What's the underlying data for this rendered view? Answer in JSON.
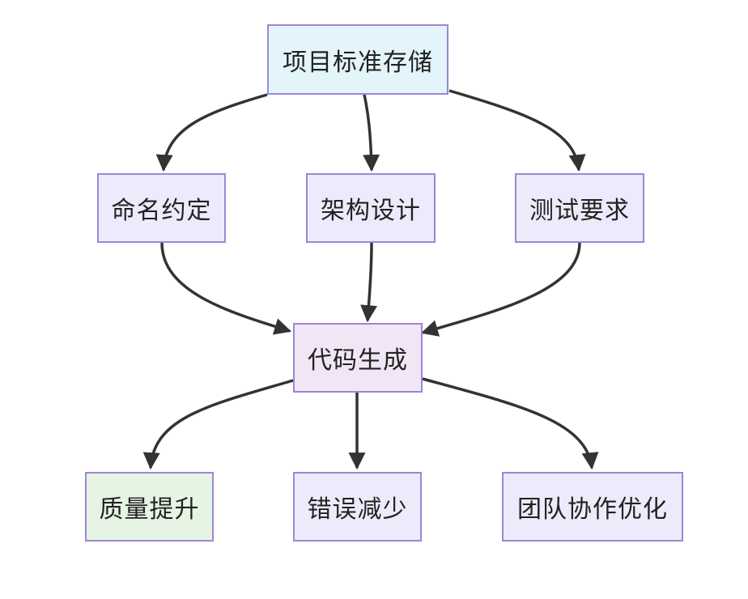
{
  "nodes": {
    "root": {
      "label": "项目标准存储",
      "fill": "#e3f4fb"
    },
    "naming": {
      "label": "命名约定",
      "fill": "#ecebfb"
    },
    "arch": {
      "label": "架构设计",
      "fill": "#ecebfb"
    },
    "testing": {
      "label": "测试要求",
      "fill": "#ecebfb"
    },
    "codegen": {
      "label": "代码生成",
      "fill": "#f1e6f5"
    },
    "quality": {
      "label": "质量提升",
      "fill": "#e6f4e3"
    },
    "errors": {
      "label": "错误减少",
      "fill": "#ecebfb"
    },
    "teamwork": {
      "label": "团队协作优化",
      "fill": "#ecebfb"
    }
  },
  "edges": [
    [
      "root",
      "naming"
    ],
    [
      "root",
      "arch"
    ],
    [
      "root",
      "testing"
    ],
    [
      "naming",
      "codegen"
    ],
    [
      "arch",
      "codegen"
    ],
    [
      "testing",
      "codegen"
    ],
    [
      "codegen",
      "quality"
    ],
    [
      "codegen",
      "errors"
    ],
    [
      "codegen",
      "teamwork"
    ]
  ],
  "colors": {
    "border": "#9b87d8",
    "edge": "#333333"
  }
}
